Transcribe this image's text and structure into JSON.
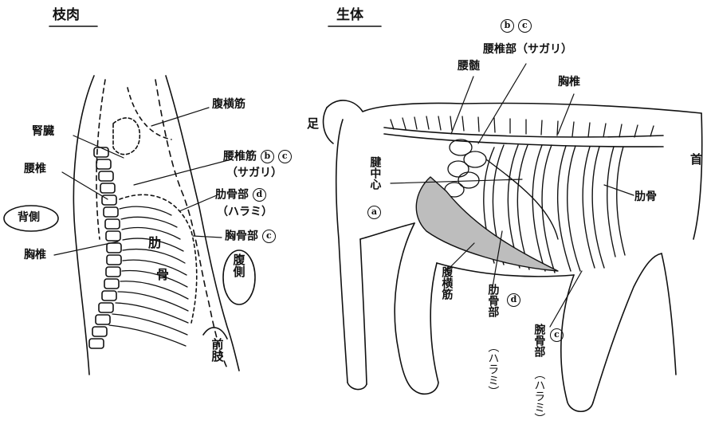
{
  "left": {
    "title": "枝肉",
    "labels": {
      "fukuoukin": "腹横筋",
      "jinzou": "腎臓",
      "yotsui": "腰椎",
      "yotsuikin": "腰椎筋",
      "yotsuikin_mark1": "b",
      "yotsuikin_mark2": "c",
      "sagari": "（サガリ）",
      "rokkotsubu": "肋骨部",
      "rokkotsubu_mark": "d",
      "harami": "（ハラミ）",
      "kyoukotsubu": "胸骨部",
      "kyoukotsubu_mark": "c",
      "haigawa": "背側",
      "kyoutsui": "胸椎",
      "roku": "肋",
      "kotsu": "骨",
      "fukugawa": "腹側",
      "zenshi": "前肢"
    }
  },
  "right": {
    "title": "生体",
    "labels": {
      "top_mark1": "b",
      "top_mark2": "c",
      "yotsuibu_sagari": "腰椎部（サガリ）",
      "yozui": "腰髄",
      "kyoutsui": "胸椎",
      "ashi": "足",
      "kubi": "首",
      "kenchushin": "腱中心",
      "kenchushin_mark": "a",
      "rokkotsu": "肋骨",
      "fukuoukin": "腹横筋",
      "rokkotsubu": "肋骨部",
      "rokkotsubu_mark": "d",
      "harami1": "（ハラミ）",
      "wankotsubu": "腕骨部",
      "wankotsubu_mark": "c",
      "harami2": "（ハラミ）"
    }
  }
}
